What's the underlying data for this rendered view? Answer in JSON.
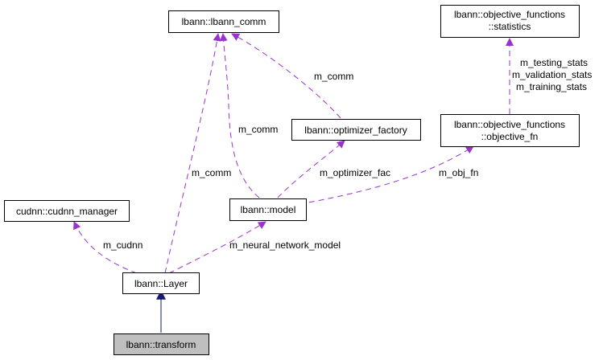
{
  "colors": {
    "dependency_edge": "#9a32cd",
    "inheritance_edge": "#191970",
    "highlight_fill": "#bfbfbf"
  },
  "nodes": {
    "lbann_comm": "lbann::lbann_comm",
    "statistics_line1": "lbann::objective_functions",
    "statistics_line2": "::statistics",
    "optimizer_factory": "lbann::optimizer_factory",
    "objective_fn_line1": "lbann::objective_functions",
    "objective_fn_line2": "::objective_fn",
    "cudnn_manager": "cudnn::cudnn_manager",
    "model": "lbann::model",
    "layer": "lbann::Layer",
    "transform": "lbann::transform"
  },
  "edges": {
    "comm_from_optimizer": "m_comm",
    "comm_from_model": "m_comm",
    "comm_from_layer": "m_comm",
    "testing_stats": "m_testing_stats",
    "validation_stats": "m_validation_stats",
    "training_stats": "m_training_stats",
    "optimizer_fac": "m_optimizer_fac",
    "obj_fn": "m_obj_fn",
    "cudnn": "m_cudnn",
    "neural_network_model": "m_neural_network_model"
  }
}
